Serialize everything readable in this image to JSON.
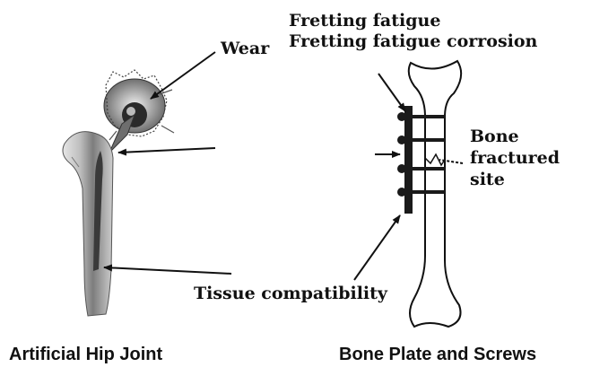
{
  "labels": {
    "wear": "Wear",
    "fretting_fatigue": "Fretting fatigue",
    "fretting_fatigue_corrosion": "Fretting fatigue corrosion",
    "bone_line1": "Bone",
    "bone_line2": "fractured",
    "bone_line3": "site",
    "tissue_compatibility": "Tissue compatibility"
  },
  "captions": {
    "left": "Artificial Hip Joint",
    "right": "Bone Plate and Screws"
  },
  "colors": {
    "ink": "#111111",
    "bone_shade": "#9a9a9a",
    "plate": "#1a1a1a"
  }
}
